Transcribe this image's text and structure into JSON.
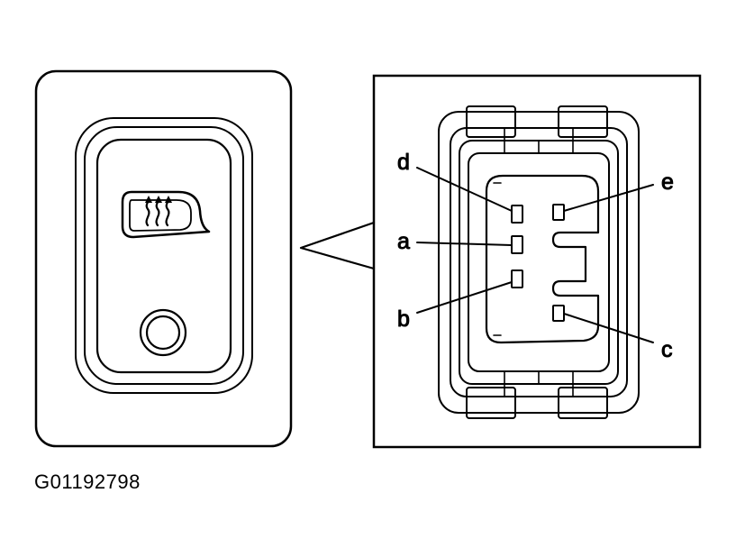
{
  "figure_id": "G01192798",
  "switch": {
    "icon": "rear-defroster-icon",
    "indicator": "indicator-lamp-icon"
  },
  "connector": {
    "pins": [
      {
        "label": "d"
      },
      {
        "label": "a"
      },
      {
        "label": "b"
      },
      {
        "label": "e"
      },
      {
        "label": "c"
      }
    ]
  }
}
